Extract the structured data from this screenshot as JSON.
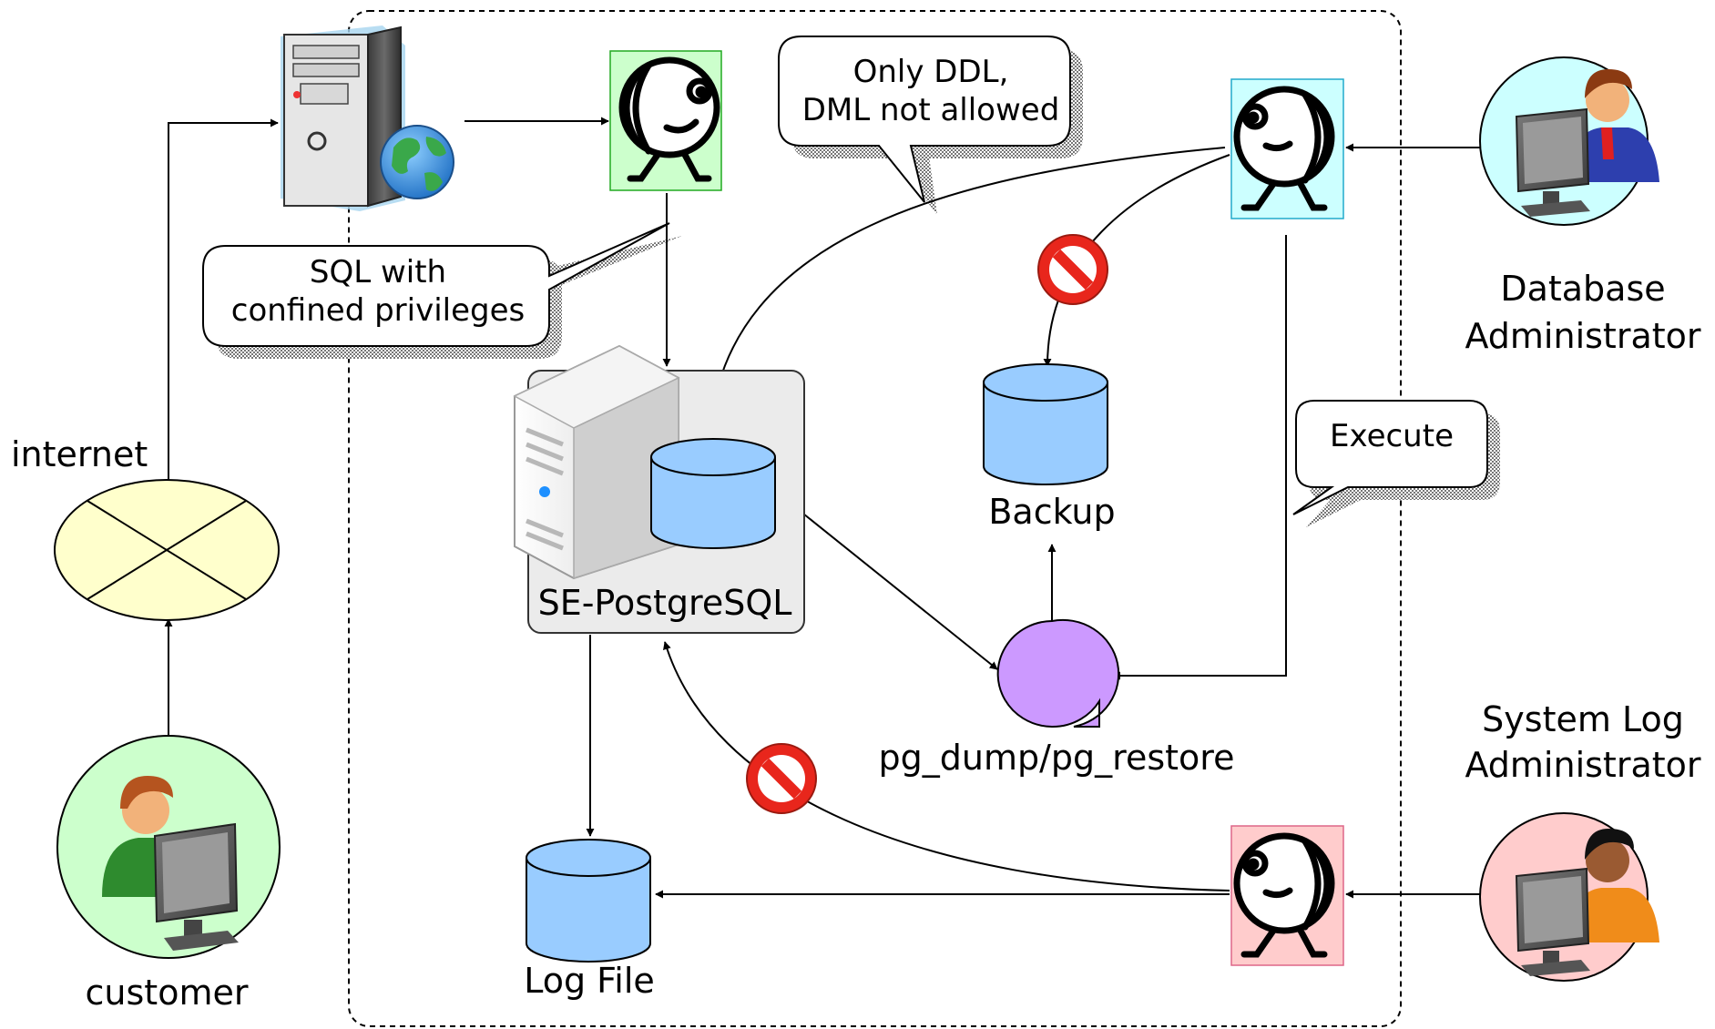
{
  "labels": {
    "internet": "internet",
    "customer": "customer",
    "db_admin_line1": "Database",
    "db_admin_line2": "Administrator",
    "syslog_admin_line1": "System Log",
    "syslog_admin_line2": "Administrator",
    "se_postgresql": "SE-PostgreSQL",
    "backup": "Backup",
    "pg_dump": "pg_dump/pg_restore",
    "log_file": "Log File"
  },
  "callouts": {
    "sql_line1": "SQL with",
    "sql_line2": "confined privileges",
    "ddl_line1": "Only DDL,",
    "ddl_line2": "DML not allowed",
    "execute": "Execute"
  },
  "colors": {
    "customer_circle": "#ccffcc",
    "db_admin_circle": "#ccffff",
    "syslog_admin_circle": "#ffcccc",
    "internet_ellipse": "#ffffcc",
    "cylinder_fill": "#99ccff",
    "pg_dump_fill": "#cc99ff",
    "web_agent_box": "#ccffcc",
    "db_agent_box": "#ccffff",
    "log_agent_box": "#ffcccc",
    "server_group_fill": "#ebebeb",
    "deny_sign": "#e8261c"
  },
  "icons": [
    "web-server-icon",
    "globe-icon",
    "database-server-icon",
    "person-computer-icon",
    "deny-icon",
    "process-agent-icon"
  ]
}
